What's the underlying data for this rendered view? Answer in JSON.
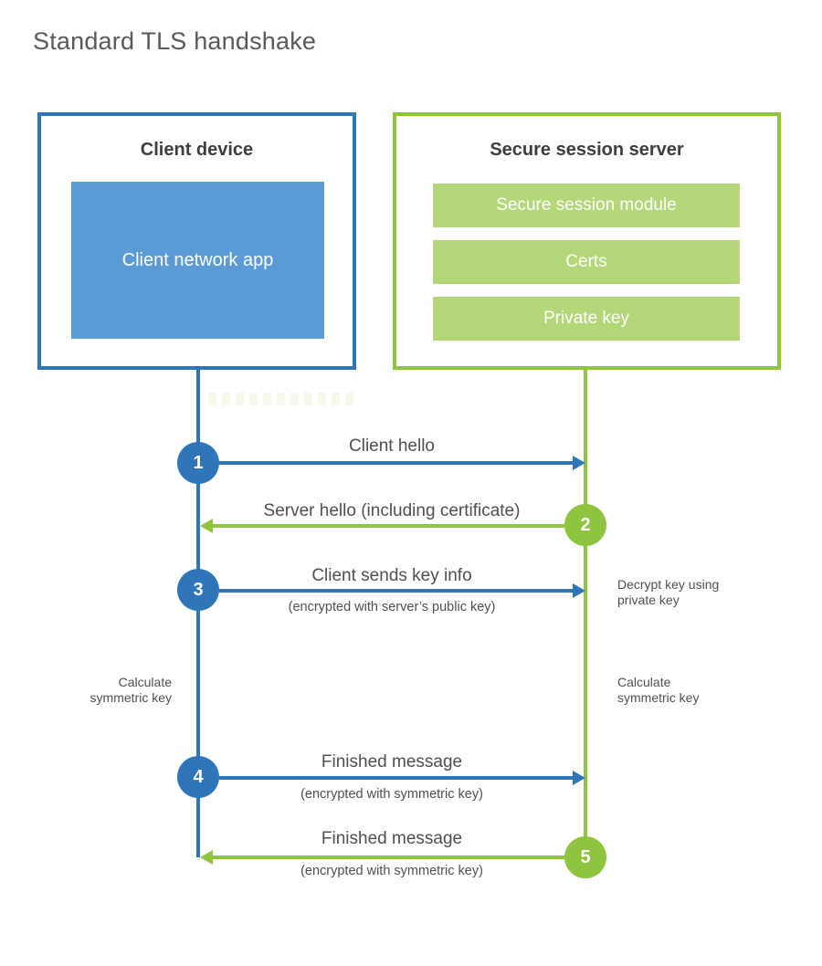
{
  "page": {
    "title": "Standard TLS handshake"
  },
  "colors": {
    "client_blue": "#2e76b9",
    "client_fill_blue": "#5b9bd5",
    "server_green": "#8fc43f",
    "server_fill_green": "#b3d678",
    "heading_text": "#3d3d3d",
    "label_text": "#4f4f4f",
    "module_text": "#ffffff"
  },
  "client": {
    "title": "Client device",
    "module": "Client network app"
  },
  "server": {
    "title": "Secure session server",
    "modules": [
      {
        "label": "Secure session module"
      },
      {
        "label": "Certs"
      },
      {
        "label": "Private key"
      }
    ]
  },
  "steps": [
    {
      "num": "1",
      "label": "Client hello",
      "sublabel": "",
      "from": "client",
      "to": "server"
    },
    {
      "num": "2",
      "label": "Server hello (including certificate)",
      "sublabel": "",
      "from": "server",
      "to": "client"
    },
    {
      "num": "3",
      "label": "Client sends key info",
      "sublabel": "(encrypted with server’s public key)",
      "from": "client",
      "to": "server"
    },
    {
      "num": "4",
      "label": "Finished message",
      "sublabel": "(encrypted with symmetric key)",
      "from": "client",
      "to": "server"
    },
    {
      "num": "5",
      "label": "Finished message",
      "sublabel": "(encrypted with symmetric key)",
      "from": "server",
      "to": "client"
    }
  ],
  "notes": {
    "decrypt": {
      "line1": "Decrypt key using",
      "line2": "private key"
    },
    "calc_client": {
      "line1": "Calculate",
      "line2": "symmetric key"
    },
    "calc_server": {
      "line1": "Calculate",
      "line2": "symmetric key"
    }
  }
}
